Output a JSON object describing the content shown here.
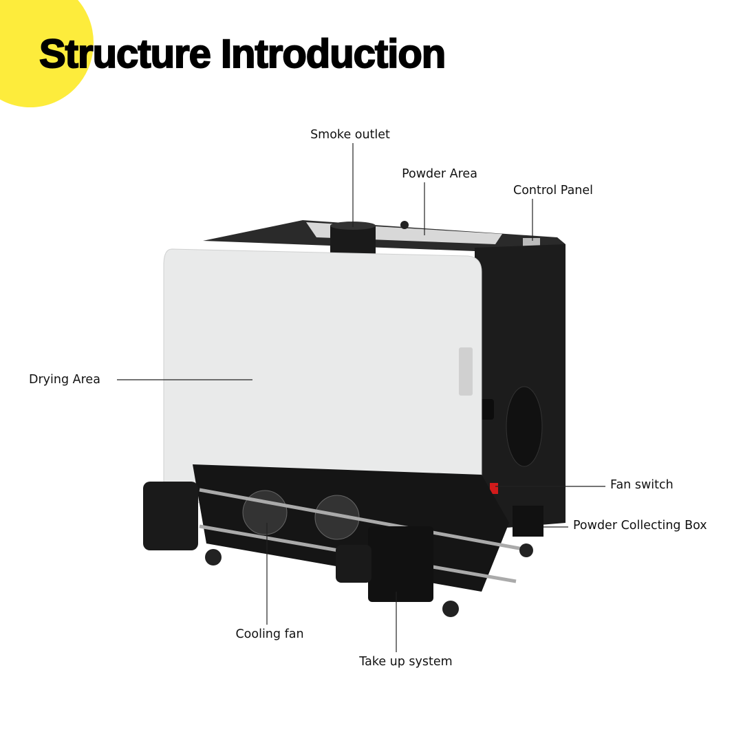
{
  "title": "Structure Introduction",
  "accent_color": "#fdec3c",
  "labels": {
    "smoke_outlet": "Smoke outlet",
    "powder_area": "Powder Area",
    "control_panel": "Control Panel",
    "drying_area": "Drying Area",
    "fan_switch": "Fan switch",
    "powder_collecting_box": "Powder Collecting Box",
    "cooling_fan": "Cooling fan",
    "take_up_system": "Take up system"
  }
}
